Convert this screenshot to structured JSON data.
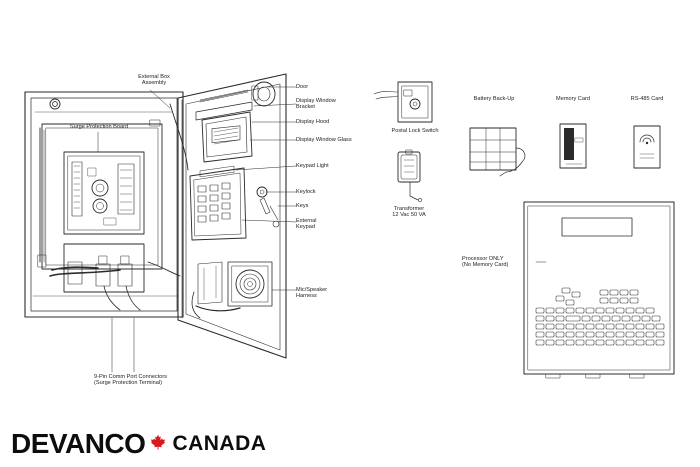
{
  "labels": {
    "external_box_assembly": [
      "External Box",
      "Assembly"
    ],
    "surge_protection_board": "Surge Protection Board",
    "door": "Door",
    "display_window_bracket": [
      "Display Window",
      "Bracket"
    ],
    "display_hood": "Display Hood",
    "display_window_glass": "Display Window Glass",
    "keypad_light": "Keypad Light",
    "keylock": "Keylock",
    "keys": "Keys",
    "external_keypad": [
      "External",
      "Keypad"
    ],
    "mic_speaker_harness": [
      "Mic/Speaker",
      "Harness"
    ],
    "comm_port_connectors": [
      "9-Pin Comm Port Connectors",
      "(Surge Protection Terminal)"
    ],
    "postal_lock_switch": "Postal Lock Switch",
    "transformer": [
      "Transformer",
      "12 Vac 50 VA"
    ],
    "battery_backup": "Battery Back-Up",
    "memory_card": "Memory Card",
    "rs485_card": "RS-485 Card",
    "processor_only": [
      "Processor ONLY",
      "(No Memory Card)"
    ]
  },
  "brand": {
    "name": "DEVANCO",
    "country": "CANADA",
    "leaf_color": "#d71920",
    "text_color": "#0d0d0d",
    "leaf_icon": "maple-leaf-icon"
  },
  "colors": {
    "line": "#2b2b2b",
    "background": "#ffffff"
  }
}
